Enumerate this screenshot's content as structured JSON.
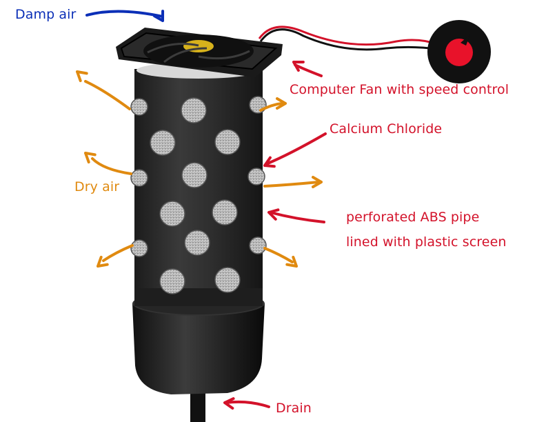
{
  "labels": {
    "damp_air": "Damp air",
    "fan": "Computer Fan with speed control",
    "calcium": "Calcium Chloride",
    "dry_air": "Dry air",
    "pipe_line1": "perforated ABS pipe",
    "pipe_line2": "lined with plastic screen",
    "drain": "Drain"
  },
  "colors": {
    "damp_arrow": "#0b2fb7",
    "callout_arrow": "#d3122a",
    "dry_arrow": "#e08a10",
    "pipe": "#2b2b2b",
    "fan": "#1a1a1a",
    "knob": "#e8122a"
  }
}
